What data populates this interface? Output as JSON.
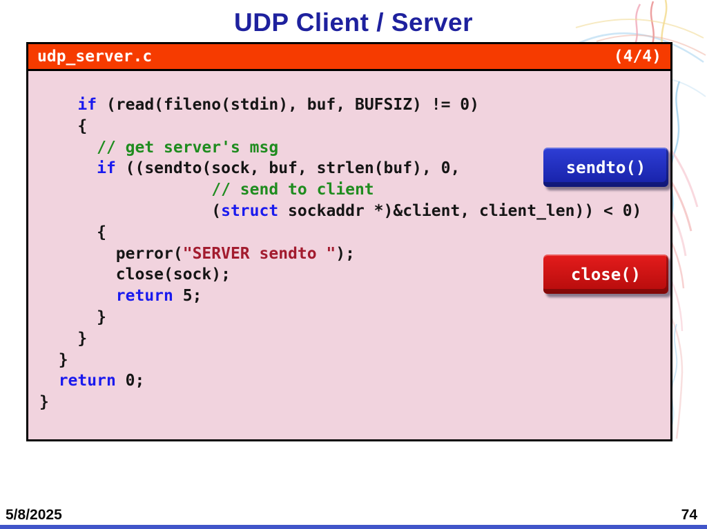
{
  "slide": {
    "title": "UDP Client / Server",
    "header": {
      "filename": "udp_server.c",
      "page_indicator": "(4/4)"
    },
    "code_lines": [
      [
        [
          "p",
          "    "
        ],
        [
          "k",
          "if"
        ],
        [
          "p",
          " (read(fileno(stdin), buf, BUFSIZ) != 0)"
        ]
      ],
      [
        [
          "p",
          "    {"
        ]
      ],
      [
        [
          "p",
          "      "
        ],
        [
          "c",
          "// get server's msg"
        ]
      ],
      [
        [
          "p",
          "      "
        ],
        [
          "k",
          "if"
        ],
        [
          "p",
          " ((sendto(sock, buf, strlen(buf), 0,"
        ]
      ],
      [
        [
          "p",
          "                  "
        ],
        [
          "c",
          "// send to client"
        ]
      ],
      [
        [
          "p",
          "                  ("
        ],
        [
          "k",
          "struct"
        ],
        [
          "p",
          " sockaddr *)&client, client_len)) < 0)"
        ]
      ],
      [
        [
          "p",
          "      {"
        ]
      ],
      [
        [
          "p",
          "        perror("
        ],
        [
          "s",
          "\"SERVER sendto \""
        ],
        [
          "p",
          ");"
        ]
      ],
      [
        [
          "p",
          "        close(sock);"
        ]
      ],
      [
        [
          "p",
          "        "
        ],
        [
          "k",
          "return"
        ],
        [
          "p",
          " 5;"
        ]
      ],
      [
        [
          "p",
          "      }"
        ]
      ],
      [
        [
          "p",
          "    }"
        ]
      ],
      [
        [
          "p",
          "  }"
        ]
      ],
      [
        [
          "p",
          "  "
        ],
        [
          "k",
          "return"
        ],
        [
          "p",
          " 0;"
        ]
      ],
      [
        [
          "p",
          "}"
        ]
      ]
    ],
    "callouts": [
      {
        "label": "sendto()",
        "color": "#1c27b8"
      },
      {
        "label": "close()",
        "color": "#cf1110"
      }
    ],
    "footer": {
      "date": "5/8/2025",
      "page_number": "74"
    }
  },
  "colors": {
    "title_text": "#1e219e",
    "header_bar": "#f63b00",
    "code_background": "#f1d3de",
    "keyword": "#1a1aee",
    "comment": "#1f8c1f",
    "string": "#a21b2e",
    "plain_code": "#151515",
    "bottom_bar": "#4155c9"
  }
}
